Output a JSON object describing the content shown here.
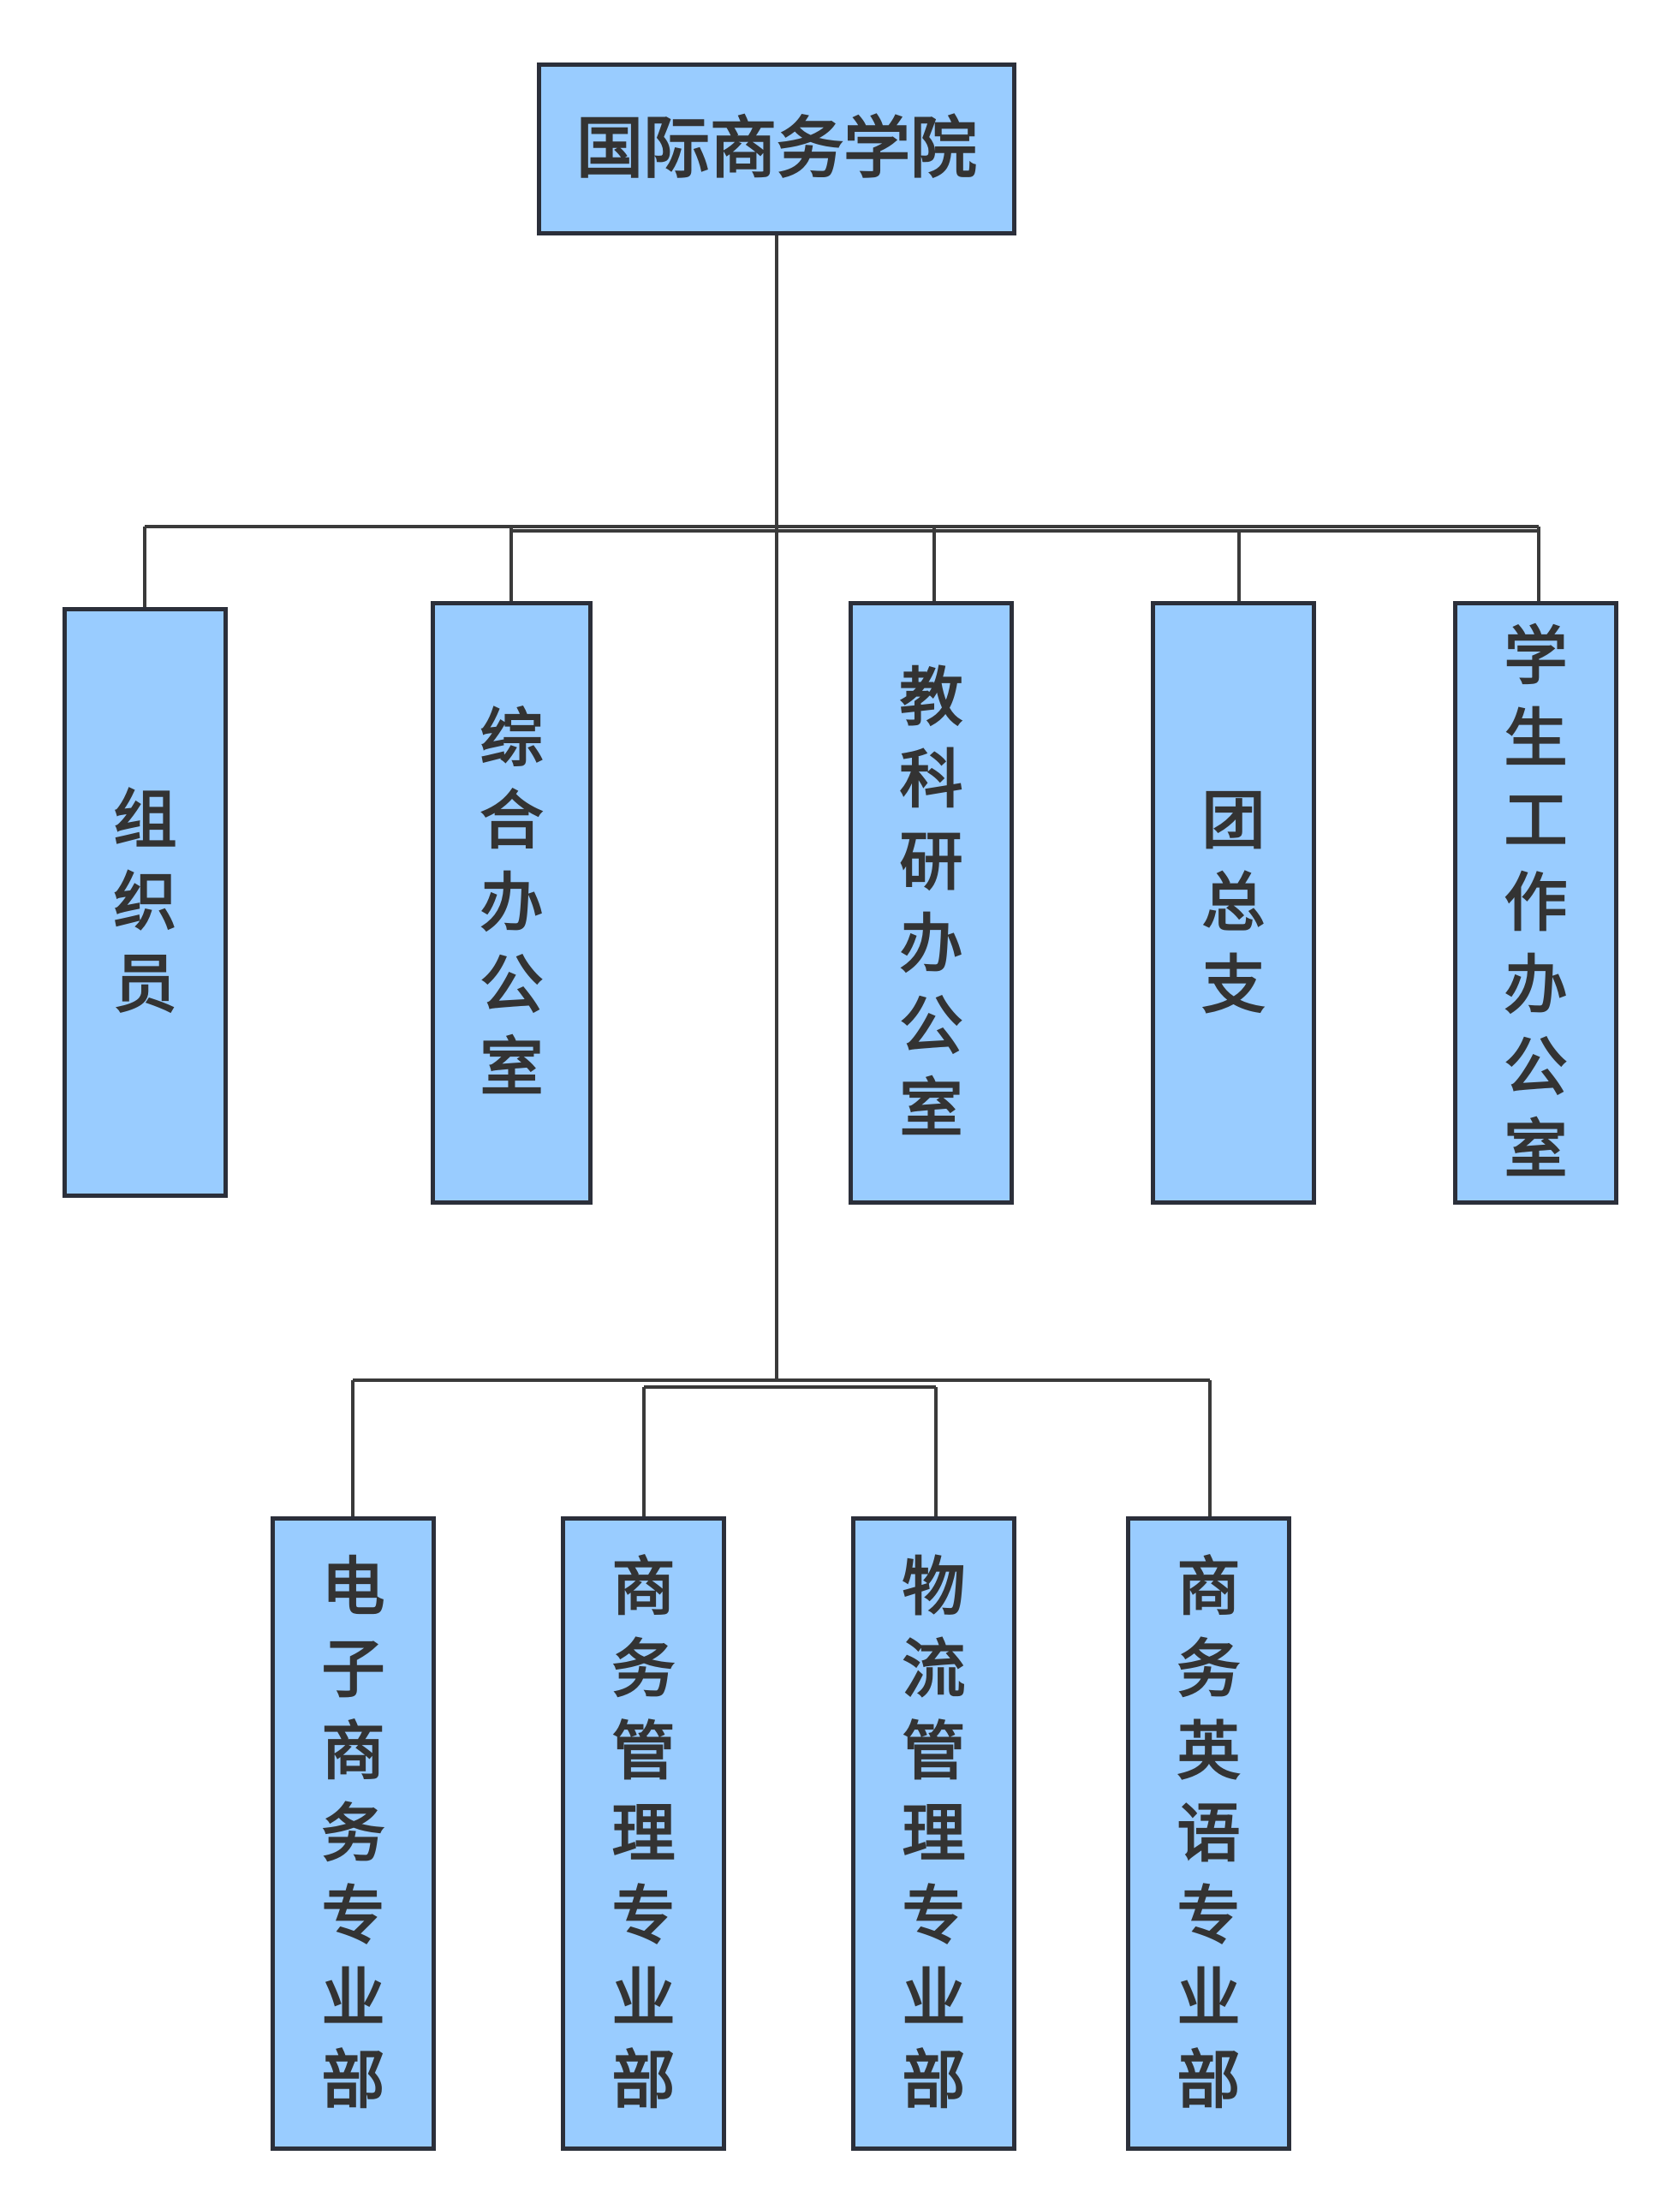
{
  "diagram": {
    "root": {
      "label": "国际商务学院"
    },
    "offices": [
      {
        "label": "组织员"
      },
      {
        "label": "综合办公室"
      },
      {
        "label": "教科研办公室"
      },
      {
        "label": "团总支"
      },
      {
        "label": "学生工作办公室"
      }
    ],
    "departments": [
      {
        "label": "电子商务专业部"
      },
      {
        "label": "商务管理专业部"
      },
      {
        "label": "物流管理专业部"
      },
      {
        "label": "商务英语专业部"
      }
    ],
    "colors": {
      "box_fill": "#99ccff",
      "box_border": "#2b2f3a",
      "connector": "#3a3a3a",
      "text": "#333333"
    }
  }
}
